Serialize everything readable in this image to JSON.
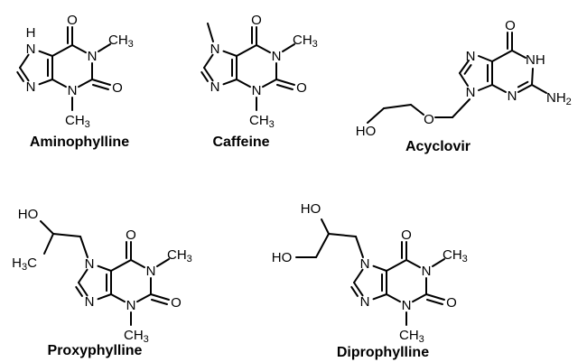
{
  "molecules": [
    {
      "key": "aminophylline",
      "name": "Aminophylline",
      "labels": [
        {
          "role": "n7h",
          "text": "N"
        },
        {
          "role": "h7",
          "text": "H"
        },
        {
          "role": "n9",
          "text": "N"
        },
        {
          "role": "n1",
          "text": "N"
        },
        {
          "role": "n3",
          "text": "N"
        },
        {
          "role": "o6",
          "text": "O"
        },
        {
          "role": "o2",
          "text": "O"
        },
        {
          "role": "me1",
          "text": "CH",
          "sub": "3"
        },
        {
          "role": "me3",
          "text": "CH",
          "sub": "3"
        }
      ]
    },
    {
      "key": "caffeine",
      "name": "Caffeine",
      "labels": [
        {
          "role": "n7",
          "text": "N"
        },
        {
          "role": "n9",
          "text": "N"
        },
        {
          "role": "n1",
          "text": "N"
        },
        {
          "role": "n3",
          "text": "N"
        },
        {
          "role": "o6",
          "text": "O"
        },
        {
          "role": "o2",
          "text": "O"
        },
        {
          "role": "me1",
          "text": "CH",
          "sub": "3"
        },
        {
          "role": "me3",
          "text": "CH",
          "sub": "3"
        }
      ]
    },
    {
      "key": "acyclovir",
      "name": "Acyclovir",
      "labels": [
        {
          "role": "n7",
          "text": "N"
        },
        {
          "role": "n9",
          "text": "N"
        },
        {
          "role": "n1h",
          "text": "NH"
        },
        {
          "role": "n3",
          "text": "N"
        },
        {
          "role": "o6",
          "text": "O"
        },
        {
          "role": "nh2",
          "text": "NH",
          "sub": "2"
        },
        {
          "role": "ho",
          "text": "HO"
        },
        {
          "role": "oe",
          "text": "O"
        }
      ]
    },
    {
      "key": "proxyphylline",
      "name": "Proxyphylline",
      "labels": [
        {
          "role": "n7",
          "text": "N"
        },
        {
          "role": "n9",
          "text": "N"
        },
        {
          "role": "n1",
          "text": "N"
        },
        {
          "role": "n3",
          "text": "N"
        },
        {
          "role": "o6",
          "text": "O"
        },
        {
          "role": "o2",
          "text": "O"
        },
        {
          "role": "me1",
          "text": "CH",
          "sub": "3"
        },
        {
          "role": "me3",
          "text": "CH",
          "sub": "3"
        },
        {
          "role": "ho",
          "text": "HO"
        },
        {
          "role": "h3c",
          "text": "H",
          "sub": "3",
          "tail": "C"
        }
      ]
    },
    {
      "key": "diprophylline",
      "name": "Diprophylline",
      "labels": [
        {
          "role": "n7",
          "text": "N"
        },
        {
          "role": "n9",
          "text": "N"
        },
        {
          "role": "n1",
          "text": "N"
        },
        {
          "role": "n3",
          "text": "N"
        },
        {
          "role": "o6",
          "text": "O"
        },
        {
          "role": "o2",
          "text": "O"
        },
        {
          "role": "me1",
          "text": "CH",
          "sub": "3"
        },
        {
          "role": "me3",
          "text": "CH",
          "sub": "3"
        },
        {
          "role": "ho1",
          "text": "HO"
        },
        {
          "role": "ho2",
          "text": "HO"
        }
      ]
    }
  ]
}
